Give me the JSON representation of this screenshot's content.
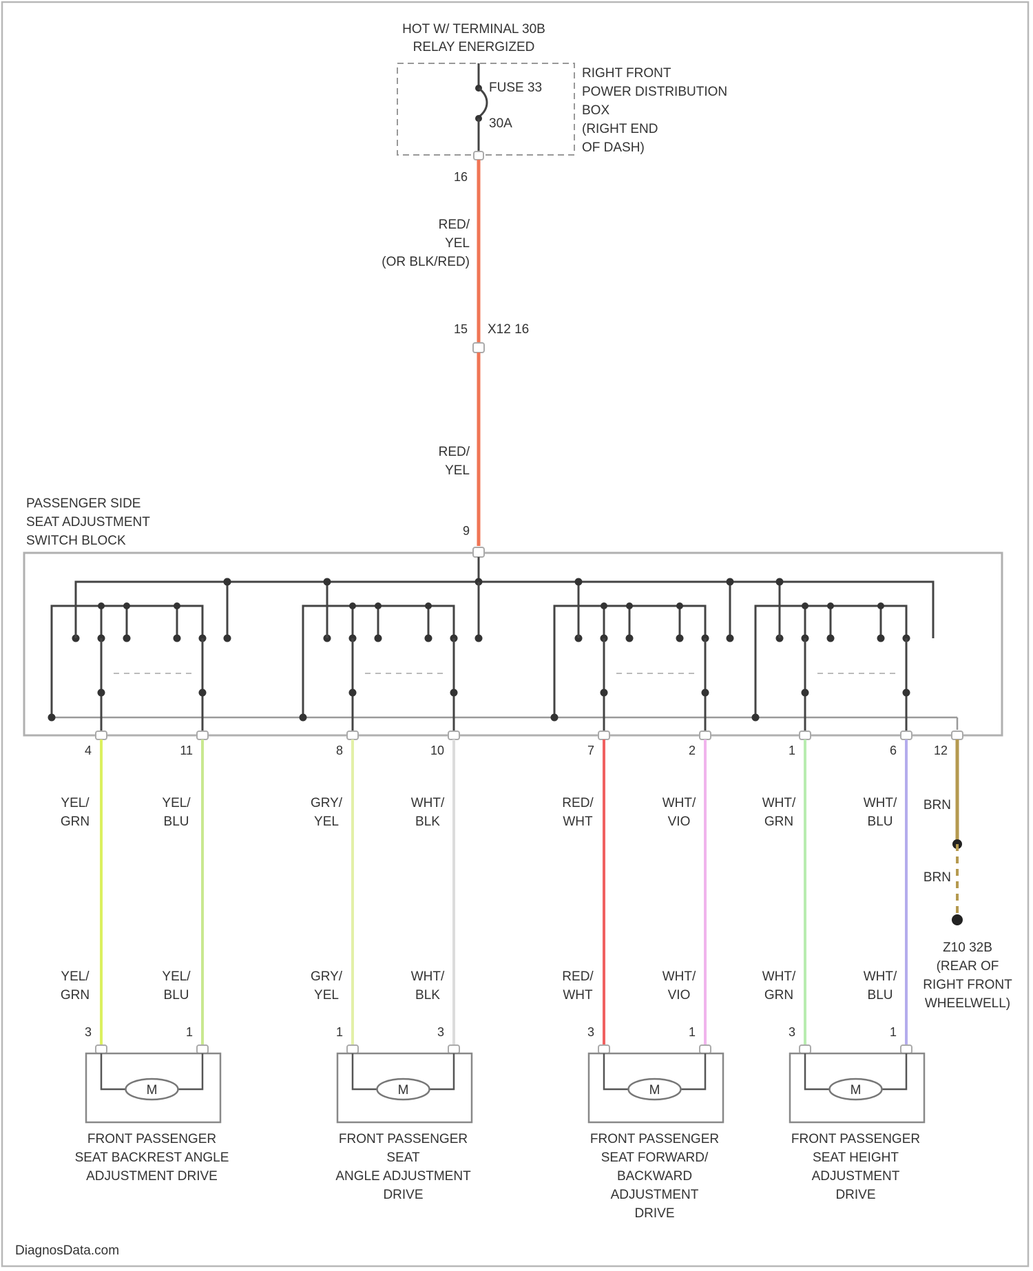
{
  "source": {
    "hot_label": [
      "HOT W/ TERMINAL 30B",
      "RELAY ENERGIZED"
    ],
    "fuse_name": "FUSE 33",
    "fuse_rating": "30A",
    "box_label": [
      "RIGHT FRONT",
      "POWER DISTRIBUTION",
      "BOX",
      "(RIGHT END",
      "OF DASH)"
    ],
    "box_pin": "16"
  },
  "feed_wire_upper": {
    "labels": [
      "RED/",
      "YEL",
      "(OR BLK/RED)"
    ],
    "color": "#f07555"
  },
  "connector": {
    "pin": "15",
    "name": "X12 16"
  },
  "feed_wire_lower": {
    "labels": [
      "RED/",
      "YEL"
    ],
    "color": "#f07555"
  },
  "switch_block": {
    "label": [
      "PASSENGER SIDE",
      "SEAT ADJUSTMENT",
      "SWITCH BLOCK"
    ],
    "input_pin": "9"
  },
  "wires": [
    {
      "pin_top": "4",
      "labels_top": [
        "YEL/",
        "GRN"
      ],
      "labels_bottom": [
        "YEL/",
        "GRN"
      ],
      "pin_bottom": "3",
      "color": "#dcf060"
    },
    {
      "pin_top": "11",
      "labels_top": [
        "YEL/",
        "BLU"
      ],
      "labels_bottom": [
        "YEL/",
        "BLU"
      ],
      "pin_bottom": "1",
      "color": "#c9e890"
    },
    {
      "pin_top": "8",
      "labels_top": [
        "GRY/",
        "YEL"
      ],
      "labels_bottom": [
        "GRY/",
        "YEL"
      ],
      "pin_bottom": "1",
      "color": "#e3f0a8"
    },
    {
      "pin_top": "10",
      "labels_top": [
        "WHT/",
        "BLK"
      ],
      "labels_bottom": [
        "WHT/",
        "BLK"
      ],
      "pin_bottom": "3",
      "color": "#dcdcdc"
    },
    {
      "pin_top": "7",
      "labels_top": [
        "RED/",
        "WHT"
      ],
      "labels_bottom": [
        "RED/",
        "WHT"
      ],
      "pin_bottom": "3",
      "color": "#f06060"
    },
    {
      "pin_top": "2",
      "labels_top": [
        "WHT/",
        "VIO"
      ],
      "labels_bottom": [
        "WHT/",
        "VIO"
      ],
      "pin_bottom": "1",
      "color": "#f0b4ec"
    },
    {
      "pin_top": "1",
      "labels_top": [
        "WHT/",
        "GRN"
      ],
      "labels_bottom": [
        "WHT/",
        "GRN"
      ],
      "pin_bottom": "3",
      "color": "#b8ecb0"
    },
    {
      "pin_top": "6",
      "labels_top": [
        "WHT/",
        "BLU"
      ],
      "labels_bottom": [
        "WHT/",
        "BLU"
      ],
      "pin_bottom": "1",
      "color": "#b4acec"
    }
  ],
  "ground": {
    "pin": "12",
    "wire_label_1": "BRN",
    "wire_label_2": "BRN",
    "color": "#b59a50",
    "label": [
      "Z10 32B",
      "(REAR OF",
      "RIGHT FRONT",
      "WHEELWELL)"
    ]
  },
  "motors": [
    {
      "symbol": "M",
      "label": [
        "FRONT PASSENGER",
        "SEAT BACKREST ANGLE",
        "ADJUSTMENT DRIVE"
      ]
    },
    {
      "symbol": "M",
      "label": [
        "FRONT PASSENGER",
        "SEAT",
        "ANGLE ADJUSTMENT",
        "DRIVE"
      ]
    },
    {
      "symbol": "M",
      "label": [
        "FRONT PASSENGER",
        "SEAT FORWARD/",
        "BACKWARD",
        "ADJUSTMENT",
        "DRIVE"
      ]
    },
    {
      "symbol": "M",
      "label": [
        "FRONT PASSENGER",
        "SEAT HEIGHT",
        "ADJUSTMENT",
        "DRIVE"
      ]
    }
  ],
  "footer": "DiagnosData.com"
}
